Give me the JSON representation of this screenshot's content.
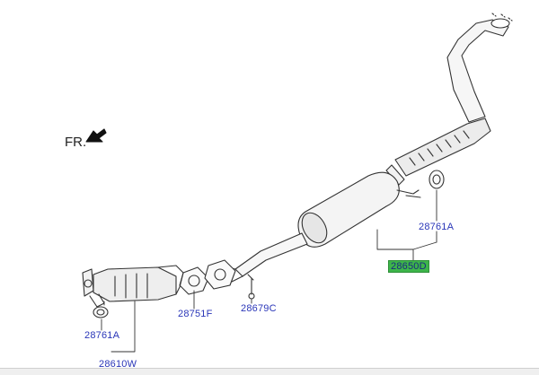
{
  "front_indicator": {
    "label": "FR."
  },
  "parts": {
    "front_pipe": "28610W",
    "gasket_front": "28761A",
    "gasket_flange": "28751F",
    "hanger": "28679C",
    "gasket_rear": "28761A",
    "muffler_assy": "28650D"
  },
  "colors": {
    "label_text": "#2a36b8",
    "highlight": "#3db54a",
    "line": "#333333"
  }
}
